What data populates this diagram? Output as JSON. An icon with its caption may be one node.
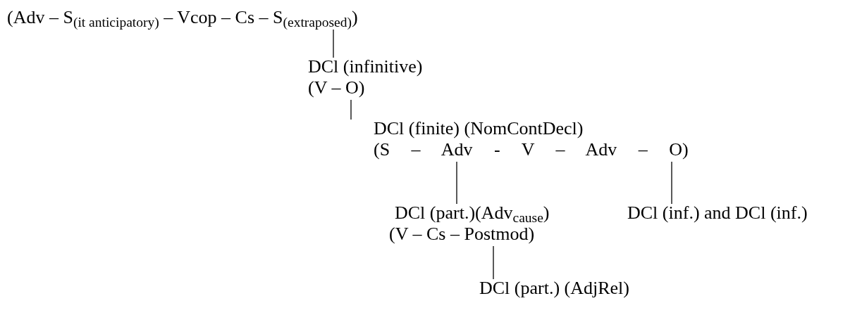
{
  "diagram": {
    "nodes": [
      {
        "text": [
          "(Adv – S$_{(it anticipatory)}$ – Vcop – Cs – S$_{(extraposed)}$)"
        ]
      },
      {
        "text": [
          "DCl (infinitive)",
          "(V – O)"
        ]
      },
      {
        "text": [
          "DCl (finite) (NomContDecl)",
          "(S – Adv - V – Adv – O)"
        ]
      },
      {
        "text": [
          "DCl (part.)(Adv$_{cause}$)",
          "(V – Cs – Postmod)"
        ]
      },
      {
        "text": [
          "DCl (inf.) and DCl (inf.)"
        ]
      },
      {
        "text": [
          "DCl (part.) (AdjRel)"
        ]
      }
    ],
    "edges": [
      {
        "from": 0,
        "to": 1,
        "arrow": "none"
      },
      {
        "from": 1,
        "to": 2,
        "arrow": "none"
      },
      {
        "from": 2,
        "to": 3,
        "arrow": "none"
      },
      {
        "from": 2,
        "to": 4,
        "arrow": "none"
      },
      {
        "from": 3,
        "to": 5,
        "arrow": "none"
      }
    ]
  }
}
